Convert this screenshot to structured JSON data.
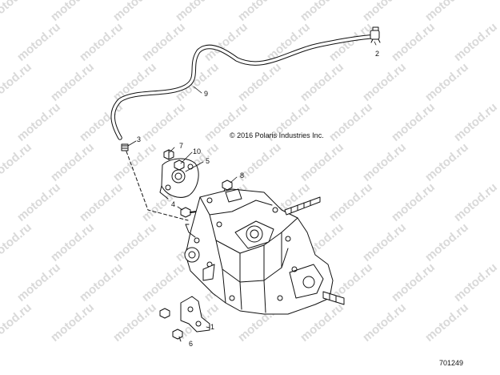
{
  "watermark_text": "motod.ru",
  "copyright": "© 2016 Polaris Industries Inc.",
  "diagram_id": "701249",
  "callouts": [
    {
      "id": "c1",
      "label": "1"
    },
    {
      "id": "c2",
      "label": "2"
    },
    {
      "id": "c3",
      "label": "3"
    },
    {
      "id": "c4",
      "label": "4"
    },
    {
      "id": "c5",
      "label": "5"
    },
    {
      "id": "c6",
      "label": "6"
    },
    {
      "id": "c7",
      "label": "7"
    },
    {
      "id": "c8",
      "label": "8"
    },
    {
      "id": "c9",
      "label": "9"
    },
    {
      "id": "c10",
      "label": "10"
    }
  ]
}
